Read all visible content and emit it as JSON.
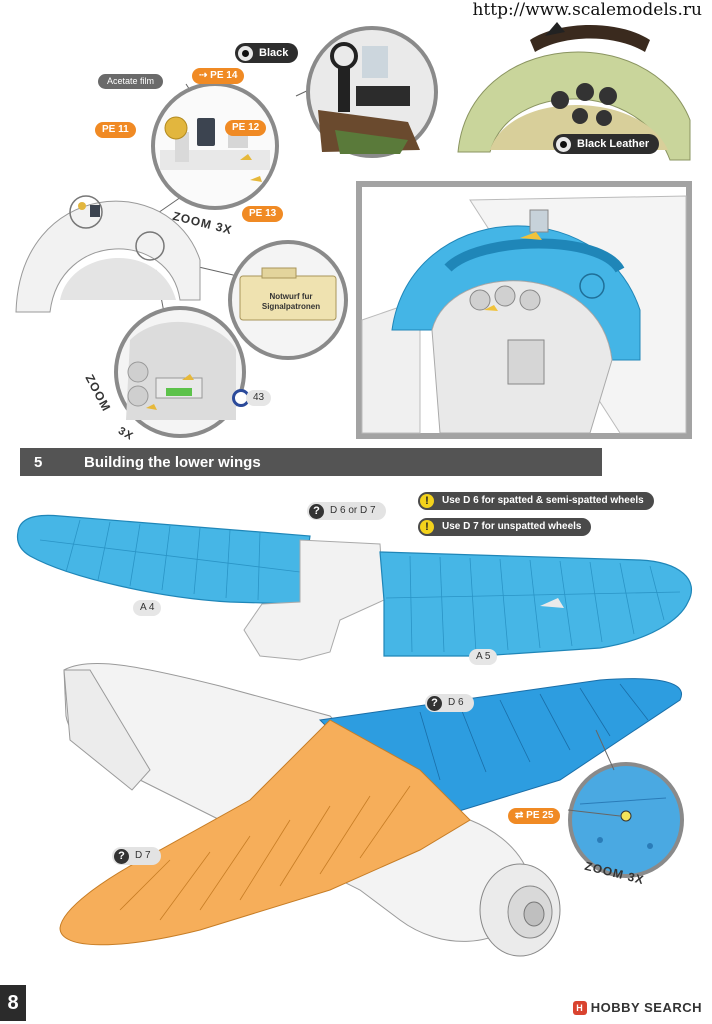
{
  "watermark": "http://www.scalemodels.ru",
  "step4": {
    "callouts": {
      "acetate": "Acetate film",
      "pe14": "PE 14",
      "pe11": "PE 11",
      "pe12": "PE 12",
      "pe13": "PE 13",
      "zoom_top_word": "ZOOM",
      "zoom_top_factor": "3X",
      "zoom_bottom_word": "ZOOM",
      "zoom_bottom_factor": "3X",
      "placard_line1": "Notwurf fur",
      "placard_line2": "Signalpatronen",
      "decal_ref": "43"
    },
    "colors": {
      "black": "Black",
      "black_leather": "Black Leather"
    }
  },
  "step5": {
    "number": "5",
    "title": "Building the lower wings",
    "options_q": "D 6 or D 7",
    "note_d6": "Use D 6 for spatted & semi-spatted wheels",
    "note_d7": "Use D 7 for unspatted wheels",
    "part_a4": "A 4",
    "part_a5": "A 5",
    "part_d6": "D 6",
    "part_d7": "D 7",
    "pe25": "PE 25",
    "zoom_word": "ZOOM",
    "zoom_factor": "3X"
  },
  "footer": {
    "page_number": "8",
    "brand": "HOBBY SEARCH",
    "brand_logo": "H"
  },
  "palette": {
    "blue": "#4cb4e4",
    "orange": "#f6ae5a",
    "pe_orange": "#f08a24",
    "green": "#b7c98f"
  }
}
